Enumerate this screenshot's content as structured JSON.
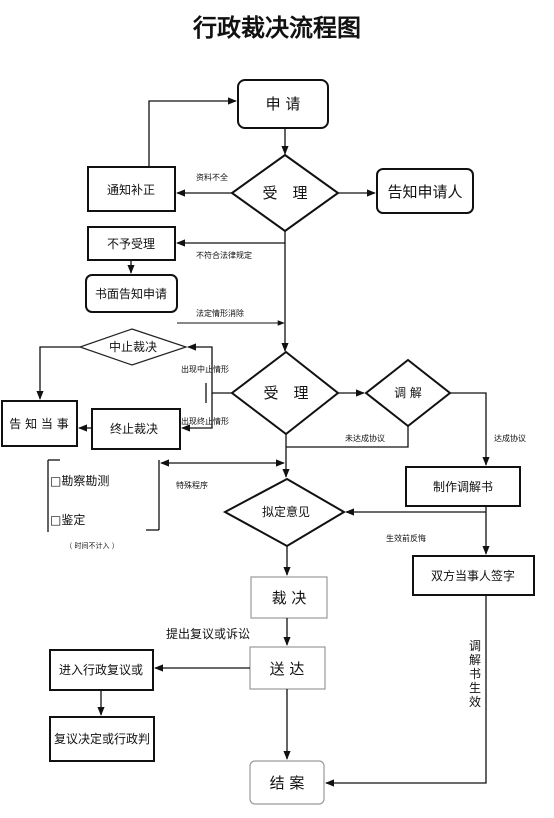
{
  "title": "行政裁决流程图",
  "nodes": {
    "apply": "申 请",
    "notify_supplement": "通知补正",
    "accept_1": "受　理",
    "inform_applicant": "告知申请人",
    "reject": "不予受理",
    "written_notice": "书面告知申请",
    "suspend": "中止裁决",
    "accept_2": "受　理",
    "mediate": "调 解",
    "inform_party": "告 知 当 事",
    "terminate": "终止裁决",
    "inspect": "□勘察勘测",
    "appraise": "□鉴定",
    "not_counted": "（ 时间不计入 ）",
    "draft_opinion": "拟定意见",
    "mediation_doc": "制作调解书",
    "both_sign": "双方当事人签字",
    "ruling": "裁 决",
    "deliver": "送 达",
    "review": "进入行政复议或",
    "decision": "复议决定或行政判",
    "close": "结 案"
  },
  "labels": {
    "incomplete": "资料不全",
    "not_legal": "不符合法律规定",
    "removed": "法定情形消除",
    "suspend_cond": "出现中止情形",
    "terminate_cond": "出现终止情形",
    "no_agreement": "未达成协议",
    "agreement": "达成协议",
    "special": "特殊程序",
    "repent": "生效前反悔",
    "appeal": "提出复议或诉讼",
    "effective": [
      "调",
      "解",
      "书",
      "生",
      "效"
    ]
  }
}
